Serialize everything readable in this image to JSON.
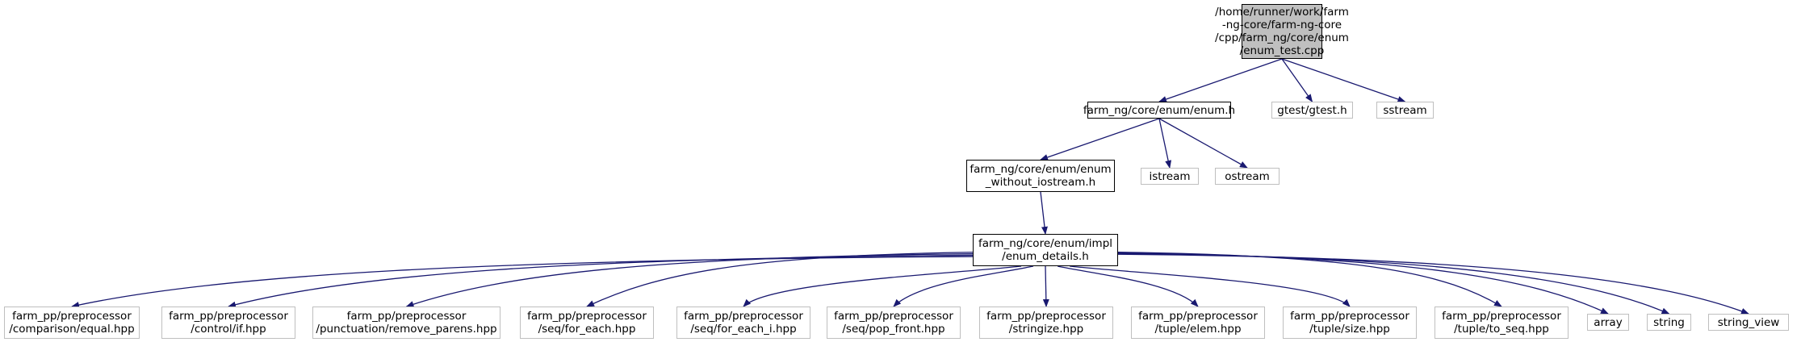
{
  "graph": {
    "type": "include-dependency-graph",
    "colors": {
      "edge": "#191970",
      "node_border_local": "#000000",
      "node_border_external": "#bfbfbf",
      "root_fill": "#bfbfbf"
    },
    "nodes": [
      {
        "id": "root",
        "label": "/home/runner/work/farm\n-ng-core/farm-ng-core\n/cpp/farm_ng/core/enum\n/enum_test.cpp",
        "kind": "root"
      },
      {
        "id": "enum_h",
        "label": "farm_ng/core/enum/enum.h",
        "kind": "local"
      },
      {
        "id": "gtest",
        "label": "gtest/gtest.h",
        "kind": "external"
      },
      {
        "id": "sstream",
        "label": "sstream",
        "kind": "external"
      },
      {
        "id": "enum_wo",
        "label": "farm_ng/core/enum/enum\n_without_iostream.h",
        "kind": "local"
      },
      {
        "id": "istream",
        "label": "istream",
        "kind": "external"
      },
      {
        "id": "ostream",
        "label": "ostream",
        "kind": "external"
      },
      {
        "id": "details",
        "label": "farm_ng/core/enum/impl\n/enum_details.h",
        "kind": "local"
      },
      {
        "id": "equal",
        "label": "farm_pp/preprocessor\n/comparison/equal.hpp",
        "kind": "external"
      },
      {
        "id": "if",
        "label": "farm_pp/preprocessor\n/control/if.hpp",
        "kind": "external"
      },
      {
        "id": "remove_parens",
        "label": "farm_pp/preprocessor\n/punctuation/remove_parens.hpp",
        "kind": "external"
      },
      {
        "id": "for_each",
        "label": "farm_pp/preprocessor\n/seq/for_each.hpp",
        "kind": "external"
      },
      {
        "id": "for_each_i",
        "label": "farm_pp/preprocessor\n/seq/for_each_i.hpp",
        "kind": "external"
      },
      {
        "id": "pop_front",
        "label": "farm_pp/preprocessor\n/seq/pop_front.hpp",
        "kind": "external"
      },
      {
        "id": "stringize",
        "label": "farm_pp/preprocessor\n/stringize.hpp",
        "kind": "external"
      },
      {
        "id": "elem",
        "label": "farm_pp/preprocessor\n/tuple/elem.hpp",
        "kind": "external"
      },
      {
        "id": "size",
        "label": "farm_pp/preprocessor\n/tuple/size.hpp",
        "kind": "external"
      },
      {
        "id": "to_seq",
        "label": "farm_pp/preprocessor\n/tuple/to_seq.hpp",
        "kind": "external"
      },
      {
        "id": "array",
        "label": "array",
        "kind": "external"
      },
      {
        "id": "string",
        "label": "string",
        "kind": "external"
      },
      {
        "id": "string_view",
        "label": "string_view",
        "kind": "external"
      }
    ],
    "edges": [
      [
        "root",
        "enum_h"
      ],
      [
        "root",
        "gtest"
      ],
      [
        "root",
        "sstream"
      ],
      [
        "enum_h",
        "enum_wo"
      ],
      [
        "enum_h",
        "istream"
      ],
      [
        "enum_h",
        "ostream"
      ],
      [
        "enum_wo",
        "details"
      ],
      [
        "details",
        "equal"
      ],
      [
        "details",
        "if"
      ],
      [
        "details",
        "remove_parens"
      ],
      [
        "details",
        "for_each"
      ],
      [
        "details",
        "for_each_i"
      ],
      [
        "details",
        "pop_front"
      ],
      [
        "details",
        "stringize"
      ],
      [
        "details",
        "elem"
      ],
      [
        "details",
        "size"
      ],
      [
        "details",
        "to_seq"
      ],
      [
        "details",
        "array"
      ],
      [
        "details",
        "string"
      ],
      [
        "details",
        "string_view"
      ]
    ]
  }
}
